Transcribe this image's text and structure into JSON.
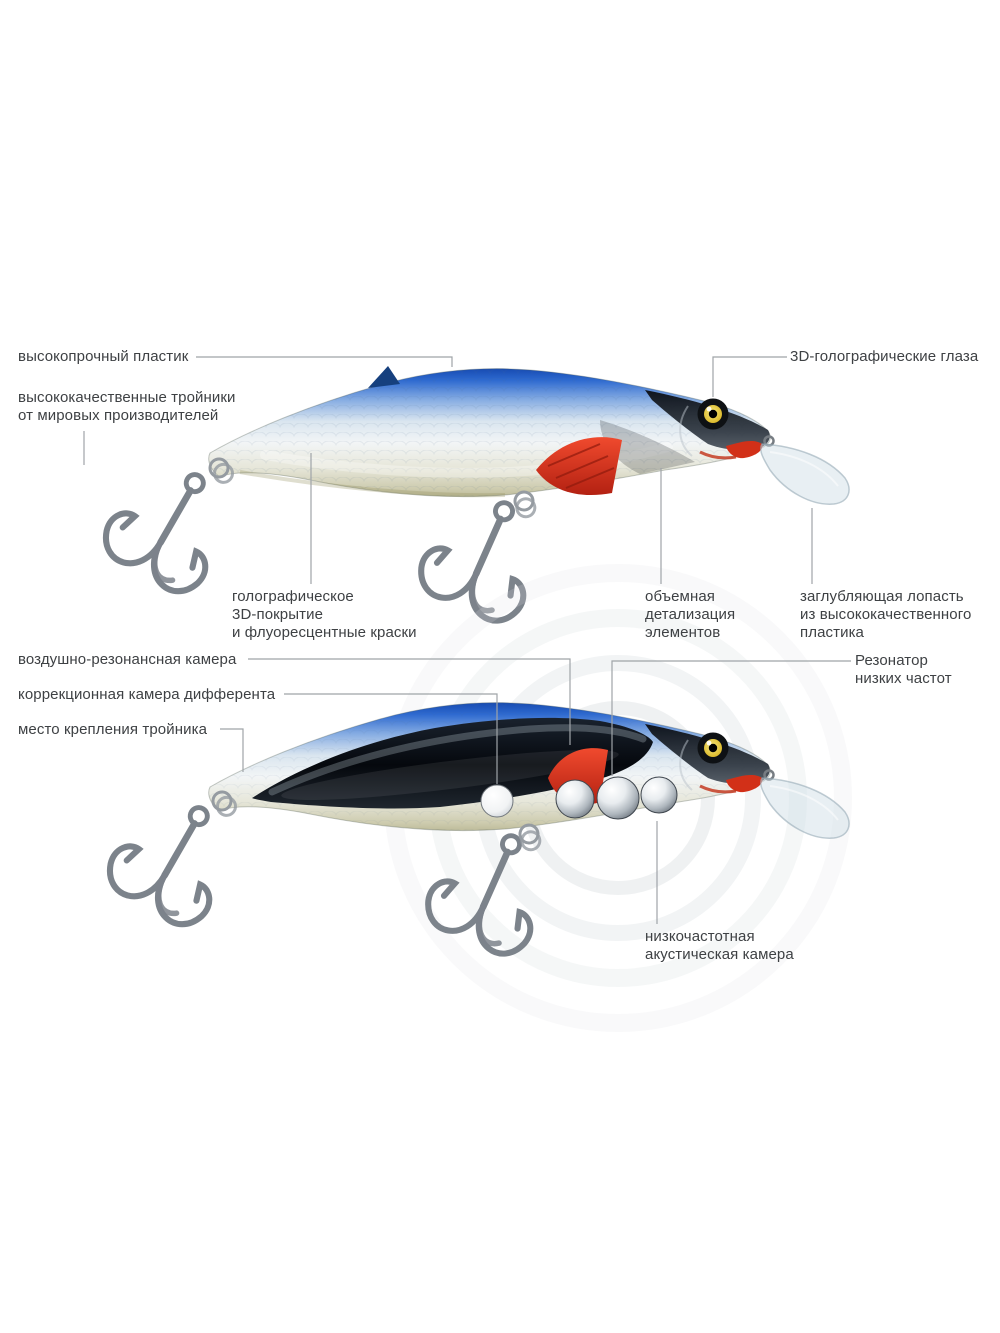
{
  "diagram": {
    "labels": {
      "durable_plastic": "высокопрочный пластик",
      "quality_trebles": "высококачественные тройники\nот мировых производителей",
      "holo_eyes": "3D-голографические глаза",
      "holo_coating": "голографическое\n3D-покрытие\nи флуоресцентные краски",
      "volumetric_detail": "объемная\nдетализация\nэлементов",
      "diving_lip": "заглубляющая лопасть\nиз высококачественного\nпластика",
      "air_chamber": "воздушно-резонансная камера",
      "trim_chamber": "коррекционная камера дифферента",
      "hook_mount": "место крепления тройника",
      "low_freq_resonator": "Резонатор\nнизких частот",
      "acoustic_chamber": "низкочастотная\nакустическая камера"
    },
    "colors": {
      "background": "#ffffff",
      "label_text": "#3e4144",
      "leader_line": "#9fa4a8",
      "body_blue": "#1b54b4",
      "body_silver": "#eef2f4",
      "belly_khaki": "#b9b794",
      "fin_red": "#d93420",
      "eye_yellow": "#e6cf3e",
      "interior_dark": "#0a0f16",
      "sound_wave": "#dfe3e5"
    }
  }
}
